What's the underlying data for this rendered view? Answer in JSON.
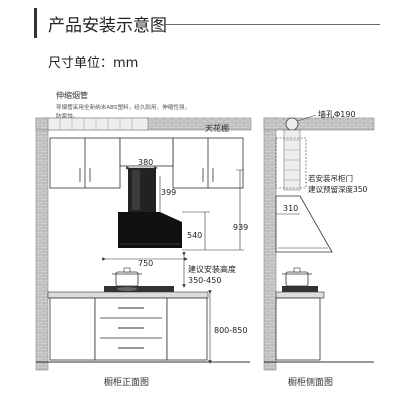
{
  "header": {
    "title": "产品安装示意图",
    "unit_label": "尺寸单位：mm"
  },
  "labels": {
    "pipe_title": "伸缩烟管",
    "pipe_desc_1": "导烟管采用全新纳米ABS塑料，经久耐用，伸缩性强，",
    "pipe_desc_2": "防腐蚀。",
    "ceiling": "天花棚",
    "wall_hole": "墙孔Φ190",
    "door_note_1": "若安装吊柜门",
    "door_note_2": "建议预留深度350",
    "height_note_1": "建议安装高度",
    "height_note_2": "350-450",
    "front_caption": "橱柜正面图",
    "side_caption": "橱柜侧面图"
  },
  "dimensions": {
    "d380": "380",
    "d399": "399",
    "d540": "540",
    "d939": "939",
    "d750": "750",
    "d310": "310",
    "d800": "800-850"
  },
  "colors": {
    "wall_brick": "#cfcfcf",
    "hood_black": "#111111",
    "line": "#333333"
  }
}
